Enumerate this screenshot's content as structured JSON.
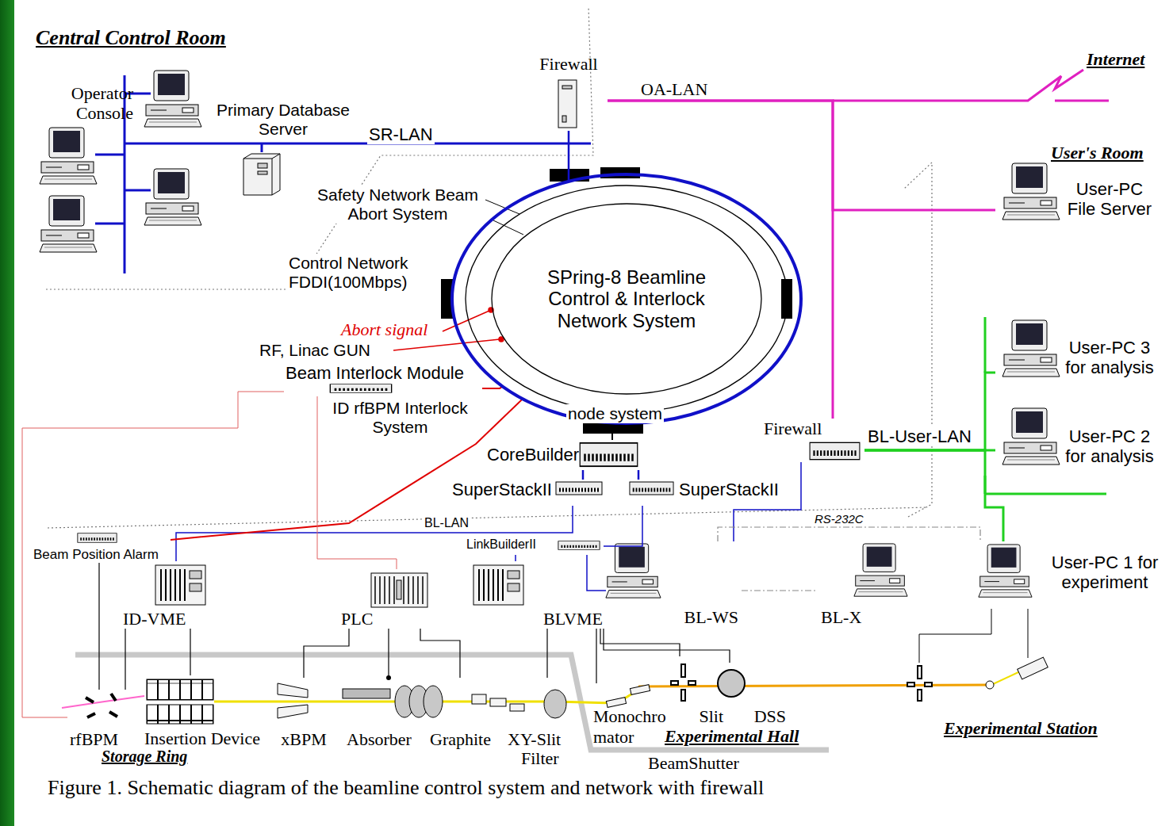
{
  "diagram": {
    "caption": "Figure 1. Schematic diagram of the beamline control system and network with firewall",
    "nodes": [
      {
        "text": [
          "SPring-8 Beamline Control & Interlock Network System"
        ]
      },
      {
        "text": [
          "Operator Console"
        ]
      },
      {
        "text": [
          "Primary Database Server"
        ]
      },
      {
        "text": [
          "Firewall"
        ]
      },
      {
        "text": [
          "User-PC File Server"
        ]
      },
      {
        "text": [
          "Beam Interlock Module"
        ]
      },
      {
        "text": [
          "CoreBuilder"
        ]
      },
      {
        "text": [
          "SuperStackII"
        ]
      },
      {
        "text": [
          "SuperStackII"
        ]
      },
      {
        "text": [
          "Firewall"
        ]
      },
      {
        "text": [
          "User-PC 3 for analysis"
        ]
      },
      {
        "text": [
          "User-PC 2 for analysis"
        ]
      },
      {
        "text": [
          "Beam Position Alarm"
        ]
      },
      {
        "text": [
          "LinkBuilderII"
        ]
      },
      {
        "text": [
          "ID-VME"
        ]
      },
      {
        "text": [
          "PLC"
        ]
      },
      {
        "text": [
          "BLVME"
        ]
      },
      {
        "text": [
          "BL-WS"
        ]
      },
      {
        "text": [
          "BL-X"
        ]
      },
      {
        "text": [
          "User-PC 1 for experiment"
        ]
      },
      {
        "text": [
          "rfBPM"
        ]
      },
      {
        "text": [
          "Insertion Device"
        ]
      },
      {
        "text": [
          "xBPM"
        ]
      },
      {
        "text": [
          "Absorber"
        ]
      },
      {
        "text": [
          "Graphite"
        ]
      },
      {
        "text": [
          "XY-Slit"
        ]
      },
      {
        "text": [
          "Monochro mator"
        ]
      },
      {
        "text": [
          "Slit"
        ]
      },
      {
        "text": [
          "DSS"
        ]
      }
    ],
    "edges": [
      {
        "from": 3,
        "to": 0,
        "arrow": "none"
      },
      {
        "from": 0,
        "to": 6,
        "arrow": "none"
      },
      {
        "from": 6,
        "to": 7,
        "arrow": "none"
      },
      {
        "from": 6,
        "to": 8,
        "arrow": "none"
      },
      {
        "from": 7,
        "to": 14,
        "arrow": "none",
        "label": "BL-LAN"
      },
      {
        "from": 8,
        "to": 13,
        "arrow": "none"
      },
      {
        "from": 13,
        "to": 16,
        "arrow": "none"
      },
      {
        "from": 13,
        "to": 17,
        "arrow": "none"
      },
      {
        "from": 9,
        "to": 17,
        "arrow": "none"
      },
      {
        "from": 17,
        "to": 18,
        "arrow": "none"
      },
      {
        "from": 17,
        "to": 19,
        "arrow": "none",
        "label": "RS-232C"
      },
      {
        "from": 3,
        "to": 4,
        "arrow": "none"
      },
      {
        "from": 3,
        "to": 9,
        "arrow": "none"
      },
      {
        "from": 9,
        "to": 10,
        "arrow": "none"
      },
      {
        "from": 9,
        "to": 11,
        "arrow": "none"
      },
      {
        "from": 9,
        "to": 19,
        "arrow": "none"
      },
      {
        "from": 5,
        "to": 0,
        "arrow": "none"
      },
      {
        "from": 12,
        "to": 0,
        "arrow": "none"
      },
      {
        "from": 5,
        "to": 20,
        "arrow": "none"
      },
      {
        "from": 5,
        "to": 15,
        "arrow": "none"
      },
      {
        "from": 12,
        "to": 20,
        "arrow": "none"
      },
      {
        "from": 14,
        "to": 20,
        "arrow": "none"
      },
      {
        "from": 14,
        "to": 21,
        "arrow": "none"
      },
      {
        "from": 15,
        "to": 22,
        "arrow": "none"
      },
      {
        "from": 15,
        "to": 23,
        "arrow": "none"
      },
      {
        "from": 15,
        "to": 24,
        "arrow": "none"
      },
      {
        "from": 16,
        "to": 25,
        "arrow": "none"
      },
      {
        "from": 16,
        "to": 26,
        "arrow": "none"
      },
      {
        "from": 16,
        "to": 27,
        "arrow": "none"
      },
      {
        "from": 16,
        "to": 28,
        "arrow": "none"
      }
    ],
    "labels": [
      "Central Control Room",
      "SR-LAN",
      "OA-LAN",
      "Internet",
      "User's Room",
      "Safety Network Beam Abort System",
      "Control Network FDDI(100Mbps)",
      "Abort signal",
      "RF, Linac GUN",
      "ID rfBPM Interlock System",
      "node system",
      "BL-User-LAN",
      "Filter",
      "Storage Ring",
      "Experimental Hall",
      "BeamShutter",
      "Experimental Station"
    ]
  }
}
